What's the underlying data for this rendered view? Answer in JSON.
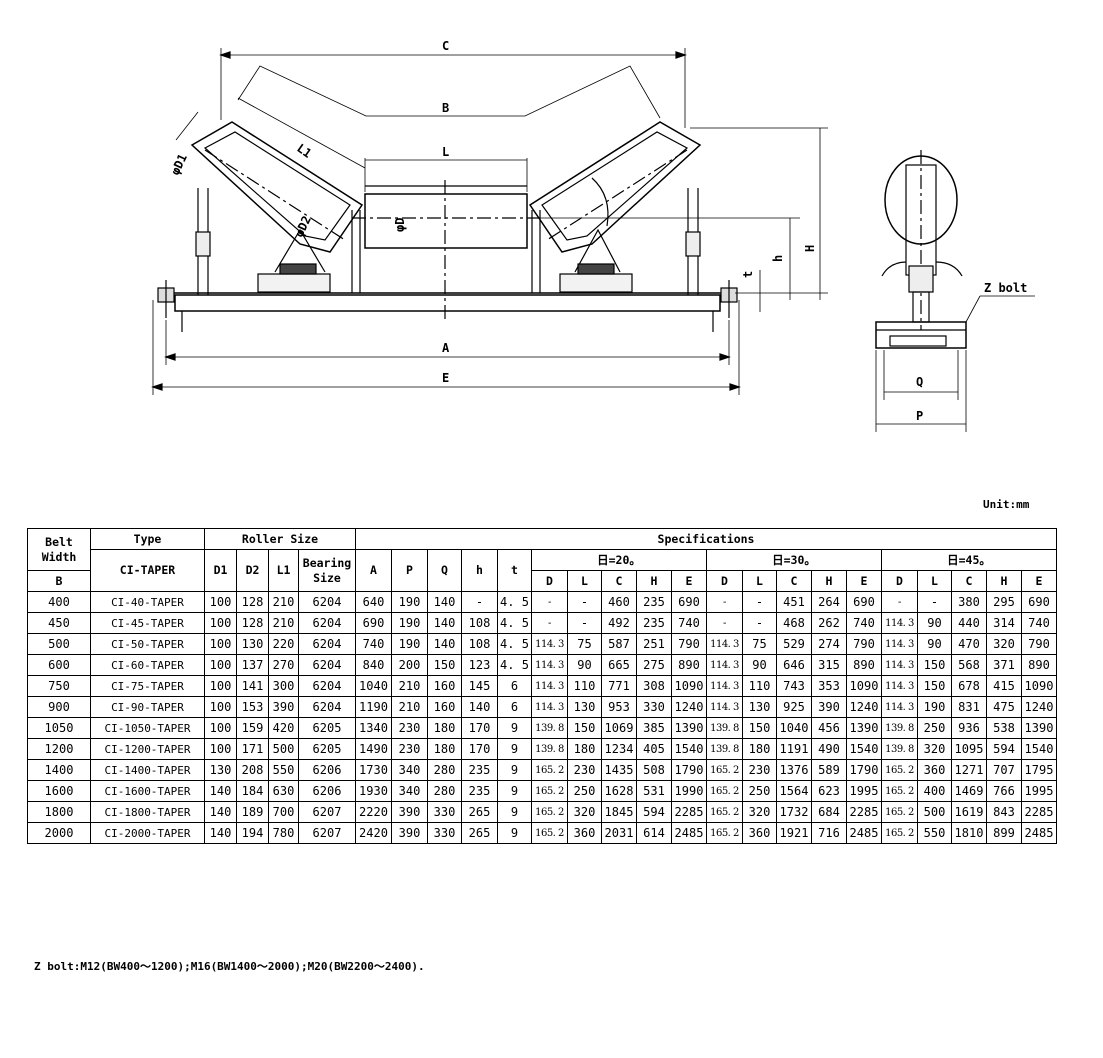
{
  "drawing": {
    "labels": {
      "C": "C",
      "B": "B",
      "L": "L",
      "L1": "L1",
      "phiD1": "φD1",
      "phiD2": "φD2",
      "phiD": "φD",
      "t": "t",
      "h": "h",
      "H": "H",
      "A": "A",
      "E": "E",
      "Q": "Q",
      "P": "P",
      "Z_bolt": "Z bolt"
    }
  },
  "unit": "Unit:mm",
  "table": {
    "headers": {
      "belt_width": "Belt Width",
      "B": "B",
      "type": "Type",
      "type_sub": "CI-TAPER",
      "roller_size": "Roller Size",
      "D1": "D1",
      "D2": "D2",
      "L1": "L1",
      "bearing_size": "Bearing Size",
      "specifications": "Specifications",
      "A": "A",
      "P": "P",
      "Q": "Q",
      "h": "h",
      "t": "t",
      "angle20": "日=20。",
      "angle30": "日=30。",
      "angle45": "日=45。",
      "sub": [
        "D",
        "L",
        "C",
        "H",
        "E"
      ]
    },
    "rows": [
      [
        "400",
        "CI-40-TAPER",
        "100",
        "128",
        "210",
        "6204",
        "640",
        "190",
        "140",
        "-",
        "4. 5",
        "-",
        "-",
        "460",
        "235",
        "690",
        "-",
        "-",
        "451",
        "264",
        "690",
        "-",
        "-",
        "380",
        "295",
        "690"
      ],
      [
        "450",
        "CI-45-TAPER",
        "100",
        "128",
        "210",
        "6204",
        "690",
        "190",
        "140",
        "108",
        "4. 5",
        "-",
        "-",
        "492",
        "235",
        "740",
        "-",
        "-",
        "468",
        "262",
        "740",
        "114. 3",
        "90",
        "440",
        "314",
        "740"
      ],
      [
        "500",
        "CI-50-TAPER",
        "100",
        "130",
        "220",
        "6204",
        "740",
        "190",
        "140",
        "108",
        "4. 5",
        "114. 3",
        "75",
        "587",
        "251",
        "790",
        "114. 3",
        "75",
        "529",
        "274",
        "790",
        "114. 3",
        "90",
        "470",
        "320",
        "790"
      ],
      [
        "600",
        "CI-60-TAPER",
        "100",
        "137",
        "270",
        "6204",
        "840",
        "200",
        "150",
        "123",
        "4. 5",
        "114. 3",
        "90",
        "665",
        "275",
        "890",
        "114. 3",
        "90",
        "646",
        "315",
        "890",
        "114. 3",
        "150",
        "568",
        "371",
        "890"
      ],
      [
        "750",
        "CI-75-TAPER",
        "100",
        "141",
        "300",
        "6204",
        "1040",
        "210",
        "160",
        "145",
        "6",
        "114. 3",
        "110",
        "771",
        "308",
        "1090",
        "114. 3",
        "110",
        "743",
        "353",
        "1090",
        "114. 3",
        "150",
        "678",
        "415",
        "1090"
      ],
      [
        "900",
        "CI-90-TAPER",
        "100",
        "153",
        "390",
        "6204",
        "1190",
        "210",
        "160",
        "140",
        "6",
        "114. 3",
        "130",
        "953",
        "330",
        "1240",
        "114. 3",
        "130",
        "925",
        "390",
        "1240",
        "114. 3",
        "190",
        "831",
        "475",
        "1240"
      ],
      [
        "1050",
        "CI-1050-TAPER",
        "100",
        "159",
        "420",
        "6205",
        "1340",
        "230",
        "180",
        "170",
        "9",
        "139. 8",
        "150",
        "1069",
        "385",
        "1390",
        "139. 8",
        "150",
        "1040",
        "456",
        "1390",
        "139. 8",
        "250",
        "936",
        "538",
        "1390"
      ],
      [
        "1200",
        "CI-1200-TAPER",
        "100",
        "171",
        "500",
        "6205",
        "1490",
        "230",
        "180",
        "170",
        "9",
        "139. 8",
        "180",
        "1234",
        "405",
        "1540",
        "139. 8",
        "180",
        "1191",
        "490",
        "1540",
        "139. 8",
        "320",
        "1095",
        "594",
        "1540"
      ],
      [
        "1400",
        "CI-1400-TAPER",
        "130",
        "208",
        "550",
        "6206",
        "1730",
        "340",
        "280",
        "235",
        "9",
        "165. 2",
        "230",
        "1435",
        "508",
        "1790",
        "165. 2",
        "230",
        "1376",
        "589",
        "1790",
        "165. 2",
        "360",
        "1271",
        "707",
        "1795"
      ],
      [
        "1600",
        "CI-1600-TAPER",
        "140",
        "184",
        "630",
        "6206",
        "1930",
        "340",
        "280",
        "235",
        "9",
        "165. 2",
        "250",
        "1628",
        "531",
        "1990",
        "165. 2",
        "250",
        "1564",
        "623",
        "1995",
        "165. 2",
        "400",
        "1469",
        "766",
        "1995"
      ],
      [
        "1800",
        "CI-1800-TAPER",
        "140",
        "189",
        "700",
        "6207",
        "2220",
        "390",
        "330",
        "265",
        "9",
        "165. 2",
        "320",
        "1845",
        "594",
        "2285",
        "165. 2",
        "320",
        "1732",
        "684",
        "2285",
        "165. 2",
        "500",
        "1619",
        "843",
        "2285"
      ],
      [
        "2000",
        "CI-2000-TAPER",
        "140",
        "194",
        "780",
        "6207",
        "2420",
        "390",
        "330",
        "265",
        "9",
        "165. 2",
        "360",
        "2031",
        "614",
        "2485",
        "165. 2",
        "360",
        "1921",
        "716",
        "2485",
        "165. 2",
        "550",
        "1810",
        "899",
        "2485"
      ]
    ]
  },
  "note": "Z bolt:M12(BW400～1200);M16(BW1400～2000);M20(BW2200～2400)."
}
